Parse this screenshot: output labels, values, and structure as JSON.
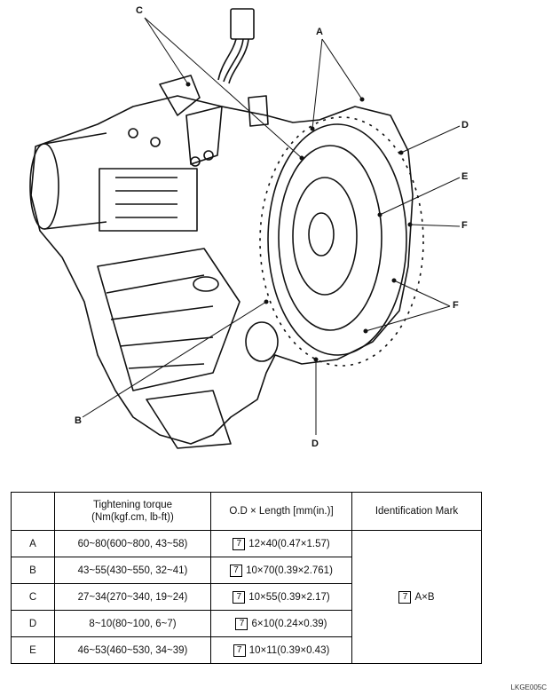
{
  "callouts": {
    "a": "A",
    "b": "B",
    "c": "C",
    "d_top": "D",
    "d_bottom": "D",
    "e": "E",
    "f_upper": "F",
    "f_lower": "F"
  },
  "table": {
    "headers": {
      "letter": "",
      "torque_line1": "Tightening torque",
      "torque_line2": "(Nm(kgf.cm, lb-ft))",
      "od_length": "O.D × Length [mm(in.)]",
      "identification": "Identification Mark"
    },
    "rows": [
      {
        "letter": "A",
        "torque": "60~80(600~800, 43~58)",
        "mark": "7",
        "od": "12×40(0.47×1.57)"
      },
      {
        "letter": "B",
        "torque": "43~55(430~550, 32~41)",
        "mark": "7",
        "od": "10×70(0.39×2.761)"
      },
      {
        "letter": "C",
        "torque": "27~34(270~340, 19~24)",
        "mark": "7",
        "od": "10×55(0.39×2.17)"
      },
      {
        "letter": "D",
        "torque": "8~10(80~100, 6~7)",
        "mark": "7",
        "od": "6×10(0.24×0.39)"
      },
      {
        "letter": "E",
        "torque": "46~53(460~530, 34~39)",
        "mark": "7",
        "od": "10×11(0.39×0.43)"
      }
    ],
    "identification_mark": {
      "box": "7",
      "text": "A×B"
    }
  },
  "image_code": "LKGE005C"
}
